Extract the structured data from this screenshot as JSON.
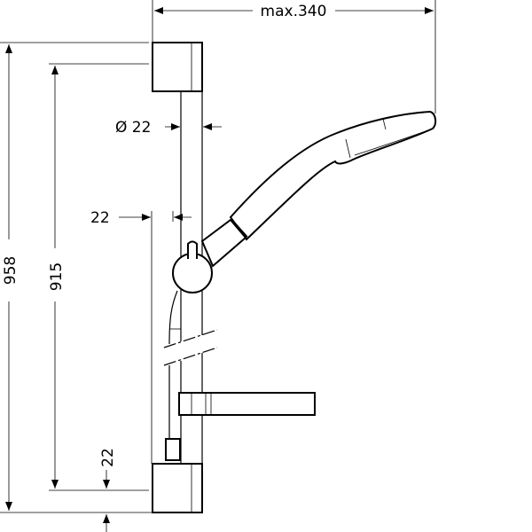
{
  "dimensions": {
    "max_reach": "max.340",
    "bar_diameter": "Ø 22",
    "bar_offset": "22",
    "total_height": "958",
    "mount_spacing": "915",
    "bracket_offset": "22"
  }
}
